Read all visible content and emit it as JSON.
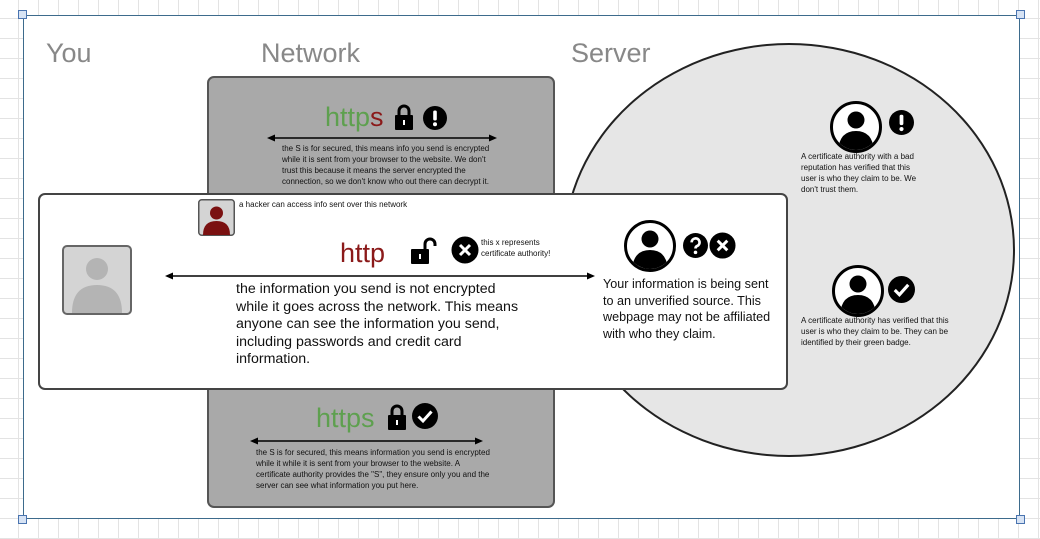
{
  "columns": {
    "you": "You",
    "network": "Network",
    "server": "Server"
  },
  "colors": {
    "https_green": "#5ea04f",
    "http_red": "#8b1a1a",
    "hacker_red": "#7a1010"
  },
  "top_panel": {
    "https_prefix": "http",
    "https_s": "s",
    "description": "the S is for secured, this means info you send is encrypted while it is sent from your browser to the website. We don't trust this because it means the server encrypted the connection, so we don't know who out there can decrypt it.",
    "icons": [
      "lock-icon",
      "exclamation-icon"
    ]
  },
  "bottom_panel": {
    "https": "https",
    "description": "the S is for secured, this means information you send is encrypted while it while it is sent from your browser to the website. A certificate authority provides the \"S\", they ensure only you and the server can see what information you put here.",
    "icons": [
      "lock-icon",
      "check-icon"
    ]
  },
  "main": {
    "hacker_note": "a hacker can access info sent over this network",
    "http": "http",
    "x_note": "this x represents certificate authority!",
    "description": "the information you send is not encrypted while it goes across the network. This means anyone can see the information you send, including passwords and credit card information.",
    "server_note": "Your information is being sent to an unverified source. This webpage may not be affiliated with who they claim.",
    "icons": [
      "user-avatar-icon",
      "hacker-avatar-icon",
      "unlock-icon",
      "x-circle-icon",
      "question-icon"
    ]
  },
  "server": {
    "bad_note": "A certificate authority with a bad reputation has verified that this user is who they claim to be. We don't trust them.",
    "good_note": "A certificate authority has verified that this user is who they claim to be. They can be identified by their green badge."
  }
}
